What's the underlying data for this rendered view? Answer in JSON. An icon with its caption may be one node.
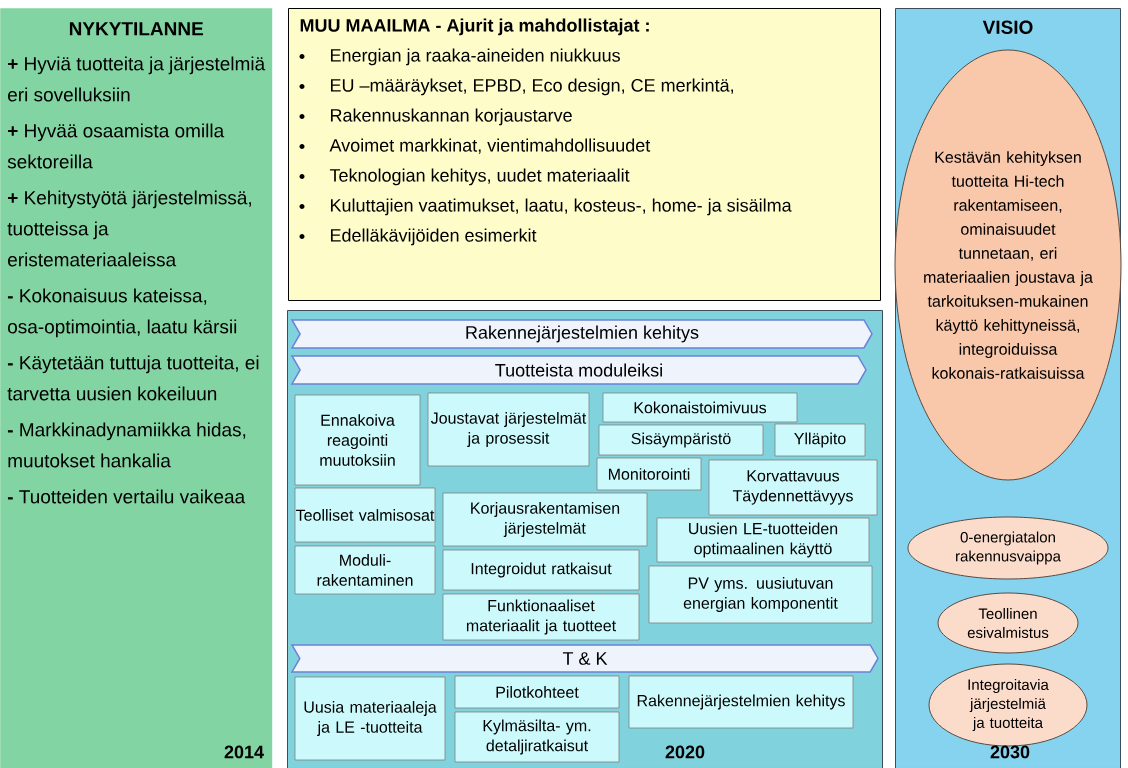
{
  "diagram": {
    "nodes": [
      {
        "text": [
          "NYKYTILANNE",
          "**+** Hyviä tuotteita ja järjestelmiä eri sovelluksiin",
          "**+** Hyvää osaamista omilla sektoreilla",
          "**+** Kehitystyötä järjestelmissä, tuotteissa ja eristemateriaaleissa",
          "**-** Kokonaisuus kateissa, osa-optimointia, laatu kärsii",
          "**-** Käytetään tuttuja tuotteita, ei tarvetta uusien kokeiluun",
          "**-** Markkinadynamiikka hidas, muutokset hankalia",
          "**-** Tuotteiden vertailu vaikeaa"
        ]
      },
      {
        "text": [
          "MUU MAAILMA  - Ajurit ja mahdollistajat :",
          "Energian ja raaka-aineiden niukkuus",
          "EU –määräykset, EPBD, Eco design, CE merkintä,",
          "Rakennuskannan korjaustarve",
          "Avoimet markkinat, vientimahdollisuudet",
          "Teknologian kehitys, uudet materiaalit",
          "Kuluttajien vaatimukset, laatu, kosteus-, home- ja sisäilma",
          "Edelläkävijöiden esimerkit"
        ]
      },
      {
        "text": [],
        "shape": "box"
      },
      {
        "text": [
          "Rakennejärjestelmien kehitys"
        ],
        "in": 2
      },
      {
        "text": [
          "Tuotteista moduleiksi"
        ],
        "in": 2
      },
      {
        "text": [
          "Ennakoiva reagointi muutoksiin"
        ],
        "in": 2
      },
      {
        "text": [
          "Joustavat järjestelmät ja prosessit"
        ],
        "in": 2
      },
      {
        "text": [
          "Kokonaistoimivuus"
        ],
        "in": 2
      },
      {
        "text": [
          "Sisäympäristö"
        ],
        "in": 2
      },
      {
        "text": [
          "Ylläpito"
        ],
        "in": 2
      },
      {
        "text": [
          "Monitorointi"
        ],
        "in": 2
      },
      {
        "text": [
          "Korvattavuus",
          "Täydennettävyys"
        ],
        "in": 2
      },
      {
        "text": [
          "Teolliset valmisosat"
        ],
        "in": 2
      },
      {
        "text": [
          "Korjausrakentamisen järjestelmät"
        ],
        "in": 2
      },
      {
        "text": [
          "Uusien LE-tuotteiden optimaalinen käyttö"
        ],
        "in": 2
      },
      {
        "text": [
          "Moduli-rakentaminen"
        ],
        "in": 2
      },
      {
        "text": [
          "Integroidut ratkaisut"
        ],
        "in": 2
      },
      {
        "text": [
          "PV yms. uusiutuvan energian komponentit"
        ],
        "in": 2
      },
      {
        "text": [
          "Funktionaaliset materiaalit ja tuotteet"
        ],
        "in": 2
      },
      {
        "text": [
          "T & K"
        ],
        "in": 2
      },
      {
        "text": [
          "Uusia materiaaleja ja LE -tuotteita"
        ],
        "in": 2
      },
      {
        "text": [
          "Pilotkohteet"
        ],
        "in": 2
      },
      {
        "text": [
          "Rakennejärjestelmien kehitys"
        ],
        "in": 2
      },
      {
        "text": [
          "Kylmäsilta- ym. detaljiratkaisut"
        ],
        "in": 2
      },
      {
        "text": [
          "VISIO"
        ]
      },
      {
        "text": [
          "Kestävän kehityksen tuotteita Hi-tech rakentamiseen, ominaisuudet tunnetaan, eri materiaalien joustava ja tarkoituksen-mukainen käyttö kehittyneissä, integroiduissa kokonais-ratkaisuissa"
        ],
        "in": 24
      },
      {
        "text": [
          "0-energiatalon rakennusvaippa"
        ],
        "in": 24
      },
      {
        "text": [
          "Teollinen esivalmistus"
        ],
        "in": 24
      },
      {
        "text": [
          "Integroitavia järjestelmiä ja tuotteita"
        ],
        "in": 24
      }
    ],
    "labels": [
      "2014",
      "2020",
      "2030"
    ]
  }
}
